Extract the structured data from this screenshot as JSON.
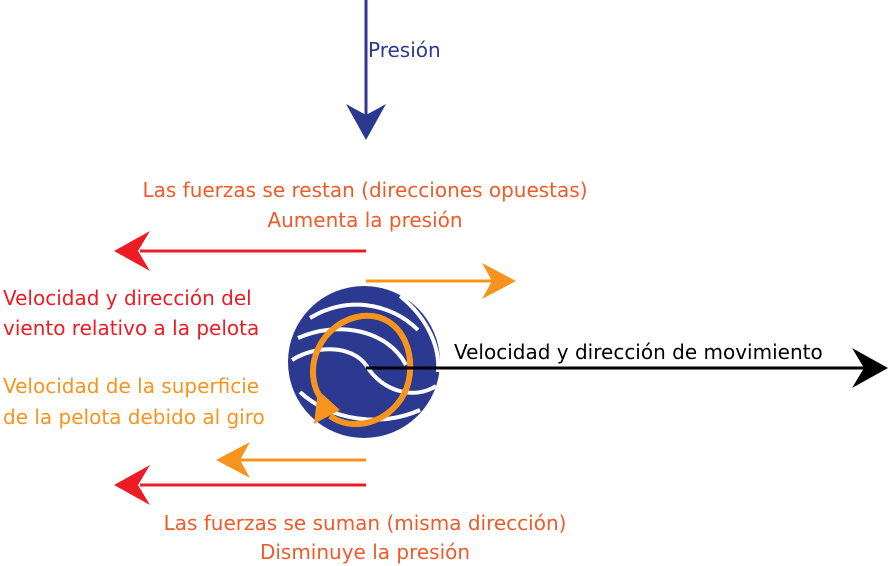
{
  "labels": {
    "pressure": "Presión",
    "top_forces": "Las fuerzas se restan (direcciones opuestas)",
    "top_pressure": "Aumenta la presión",
    "wind_line1": "Velocidad y dirección del",
    "wind_line2": "viento relativo a la pelota",
    "spin_line1": "Velocidad de la superficie",
    "spin_line2": "de la pelota debido al giro",
    "motion": "Velocidad y dirección de movimiento",
    "bottom_forces": "Las fuerzas se suman (misma dirección)",
    "bottom_pressure": "Disminuye la presión"
  },
  "colors": {
    "pressure": "#2b3990",
    "forces_text": "#f15a29",
    "wind": "#ed1c24",
    "spin": "#f7941d",
    "motion": "#000000",
    "ball": "#2b3990"
  }
}
